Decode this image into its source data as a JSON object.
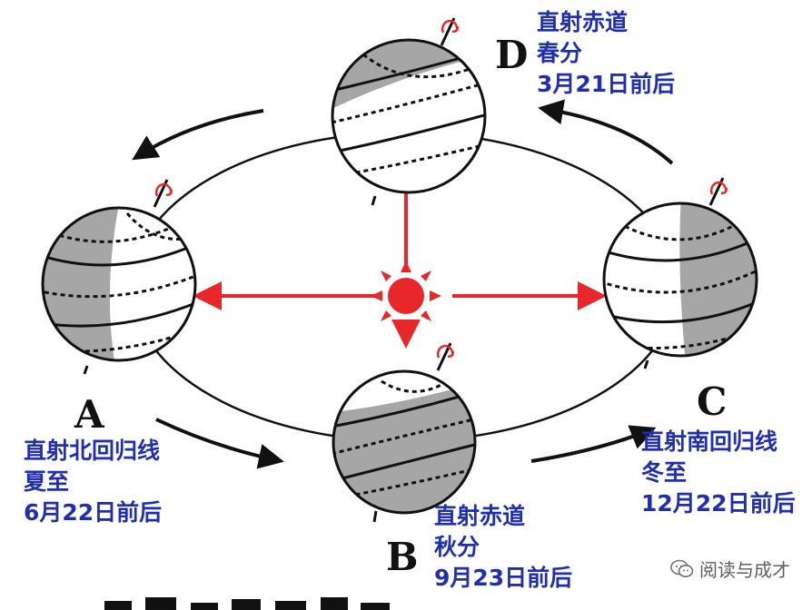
{
  "positions": [
    {
      "key": "A",
      "label": "A",
      "caption": [
        "直射北回归线",
        "夏至",
        "6月22日前后"
      ]
    },
    {
      "key": "B",
      "label": "B",
      "caption": [
        "直射赤道",
        "秋分",
        "9月23日前后"
      ]
    },
    {
      "key": "C",
      "label": "C",
      "caption": [
        "直射南回归线",
        "冬至",
        "12月22日前后"
      ]
    },
    {
      "key": "D",
      "label": "D",
      "caption": [
        "直射赤道",
        "春分",
        "3月21日前后"
      ]
    }
  ],
  "watermark": {
    "icon": "wechat-icon",
    "text": "阅读与成才"
  },
  "colors": {
    "caption_text": "#1f2fb0",
    "sun_and_rays": "#e8272a",
    "night_shade": "#a6a6a6",
    "orbit": "#111111",
    "rotation_arrow": "#e8272a"
  }
}
